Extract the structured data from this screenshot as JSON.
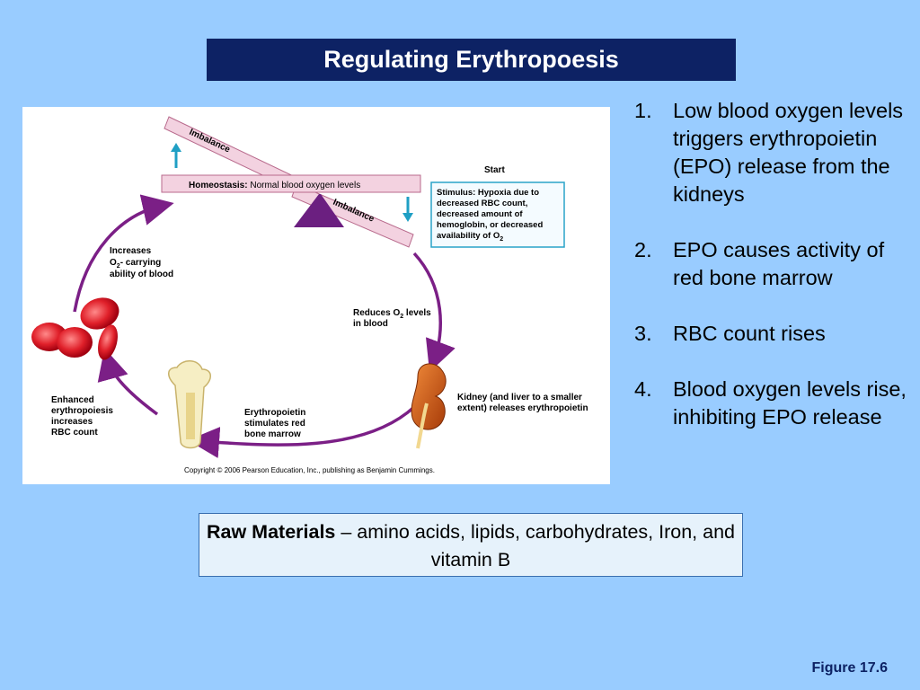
{
  "title": "Regulating Erythropoesis",
  "steps": [
    {
      "num": "1.",
      "text": "Low blood oxygen levels triggers erythropoietin (EPO) release from the kidneys"
    },
    {
      "num": "2.",
      "text": " EPO causes activity of red bone marrow"
    },
    {
      "num": "3.",
      "text": " RBC count rises"
    },
    {
      "num": "4.",
      "text": "Blood oxygen levels rise, inhibiting EPO release"
    }
  ],
  "raw_materials": {
    "label": "Raw Materials",
    "text": " – amino acids, lipids, carbohydrates, Iron, and vitamin B"
  },
  "figure_label": "Figure 17.6",
  "diagram": {
    "imbalance_top": "Imbalance",
    "imbalance_bottom": "Imbalance",
    "homeostasis_bold": "Homeostasis:",
    "homeostasis_rest": " Normal blood oxygen levels",
    "start": "Start",
    "stimulus_lines": [
      "Stimulus: Hypoxia due to",
      "decreased RBC count,",
      "decreased amount of",
      "hemoglobin, or decreased",
      "availability of O"
    ],
    "stimulus_sub": "2",
    "reduces_line1": "Reduces O",
    "reduces_sub": "2",
    "reduces_line1_end": " levels",
    "reduces_line2": "in blood",
    "kidney_lines": [
      "Kidney (and liver to a smaller",
      "extent) releases erythropoietin"
    ],
    "epo_lines": [
      "Erythropoietin",
      "stimulates red",
      "bone marrow"
    ],
    "enhanced_lines": [
      "Enhanced",
      "erythropoiesis",
      "increases",
      "RBC count"
    ],
    "increases_line1": "Increases",
    "increases_line2_a": "O",
    "increases_line2_sub": "2",
    "increases_line2_b": "- carrying",
    "increases_line3": "ability of blood",
    "copyright": "Copyright © 2006 Pearson Education, Inc., publishing as Benjamin Cummings."
  },
  "colors": {
    "background": "#99ccff",
    "title_bar": "#0d2264",
    "arrow_purple": "#7b1f86",
    "balance_beam": "#f3d2e0",
    "stimulus_border": "#2aa3c8"
  }
}
